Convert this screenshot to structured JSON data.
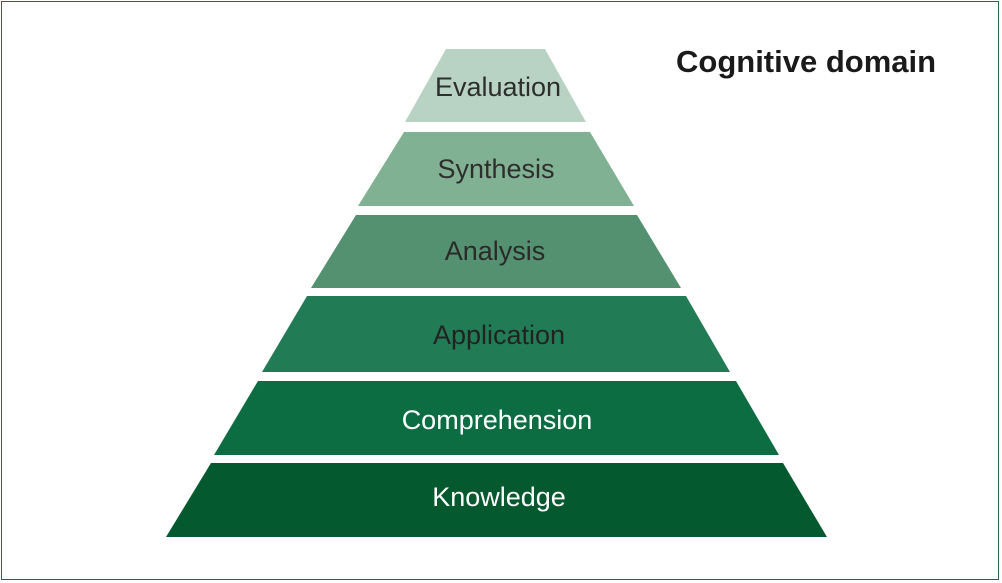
{
  "title": "Cognitive domain",
  "levels": [
    {
      "label": "Evaluation",
      "fill": "#b8d3c3",
      "text_color": "#2e2e2e"
    },
    {
      "label": "Synthesis",
      "fill": "#80b193",
      "text_color": "#2e2e2e"
    },
    {
      "label": "Analysis",
      "fill": "#549170",
      "text_color": "#2a2a2a"
    },
    {
      "label": "Application",
      "fill": "#217c55",
      "text_color": "#222222"
    },
    {
      "label": "Comprehension",
      "fill": "#0c6d43",
      "text_color": "#ffffff"
    },
    {
      "label": "Knowledge",
      "fill": "#045a2e",
      "text_color": "#ffffff"
    }
  ],
  "colors": {
    "border": "#1f6b45"
  }
}
